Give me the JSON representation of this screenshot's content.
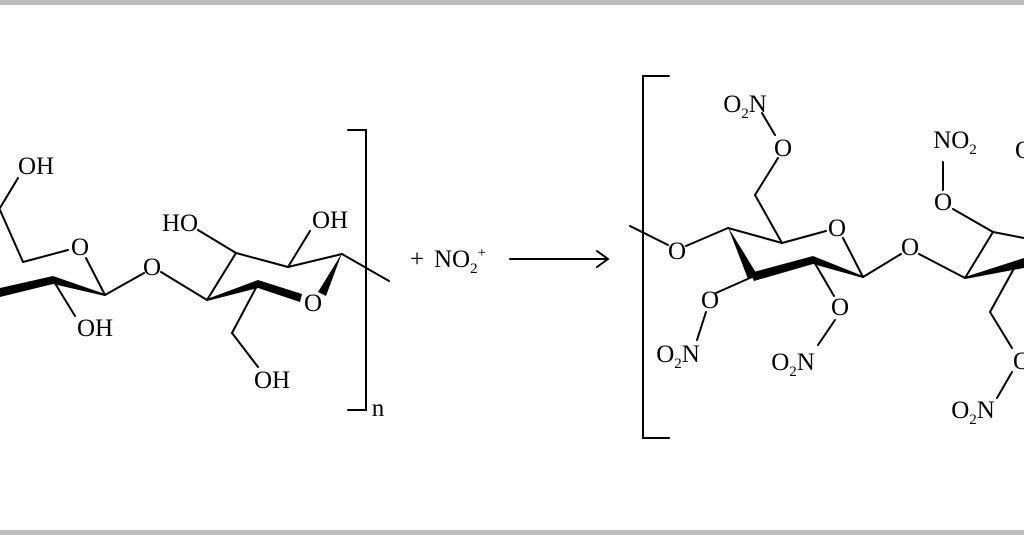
{
  "labels": {
    "oh": "OH",
    "ho": "HO",
    "o": "O",
    "n_atom": "N",
    "no": "NO",
    "sub2": "2",
    "plus": "+",
    "sup_plus": "+",
    "repeat": "n"
  },
  "colors": {
    "frame": "#bdbdbd",
    "ink": "#000000"
  }
}
